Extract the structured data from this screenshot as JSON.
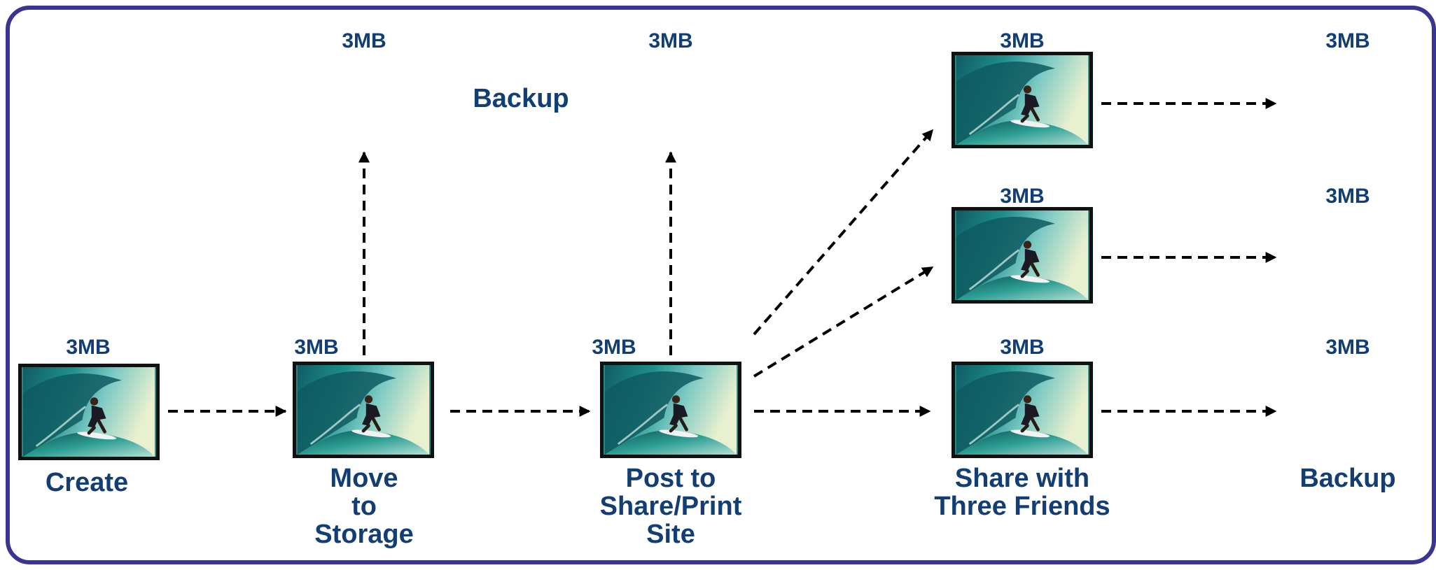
{
  "size_label": "3MB",
  "stages": [
    {
      "label": "Create"
    },
    {
      "label": "Move\nto\nStorage"
    },
    {
      "label": "Post to\nShare/Print\nSite"
    },
    {
      "label": "Share with\nThree Friends"
    },
    {
      "label": "Backup"
    }
  ],
  "top_backup_label": "Backup",
  "colors": {
    "frame": "#3a3590",
    "text": "#123e74",
    "arrow": "#000000"
  }
}
